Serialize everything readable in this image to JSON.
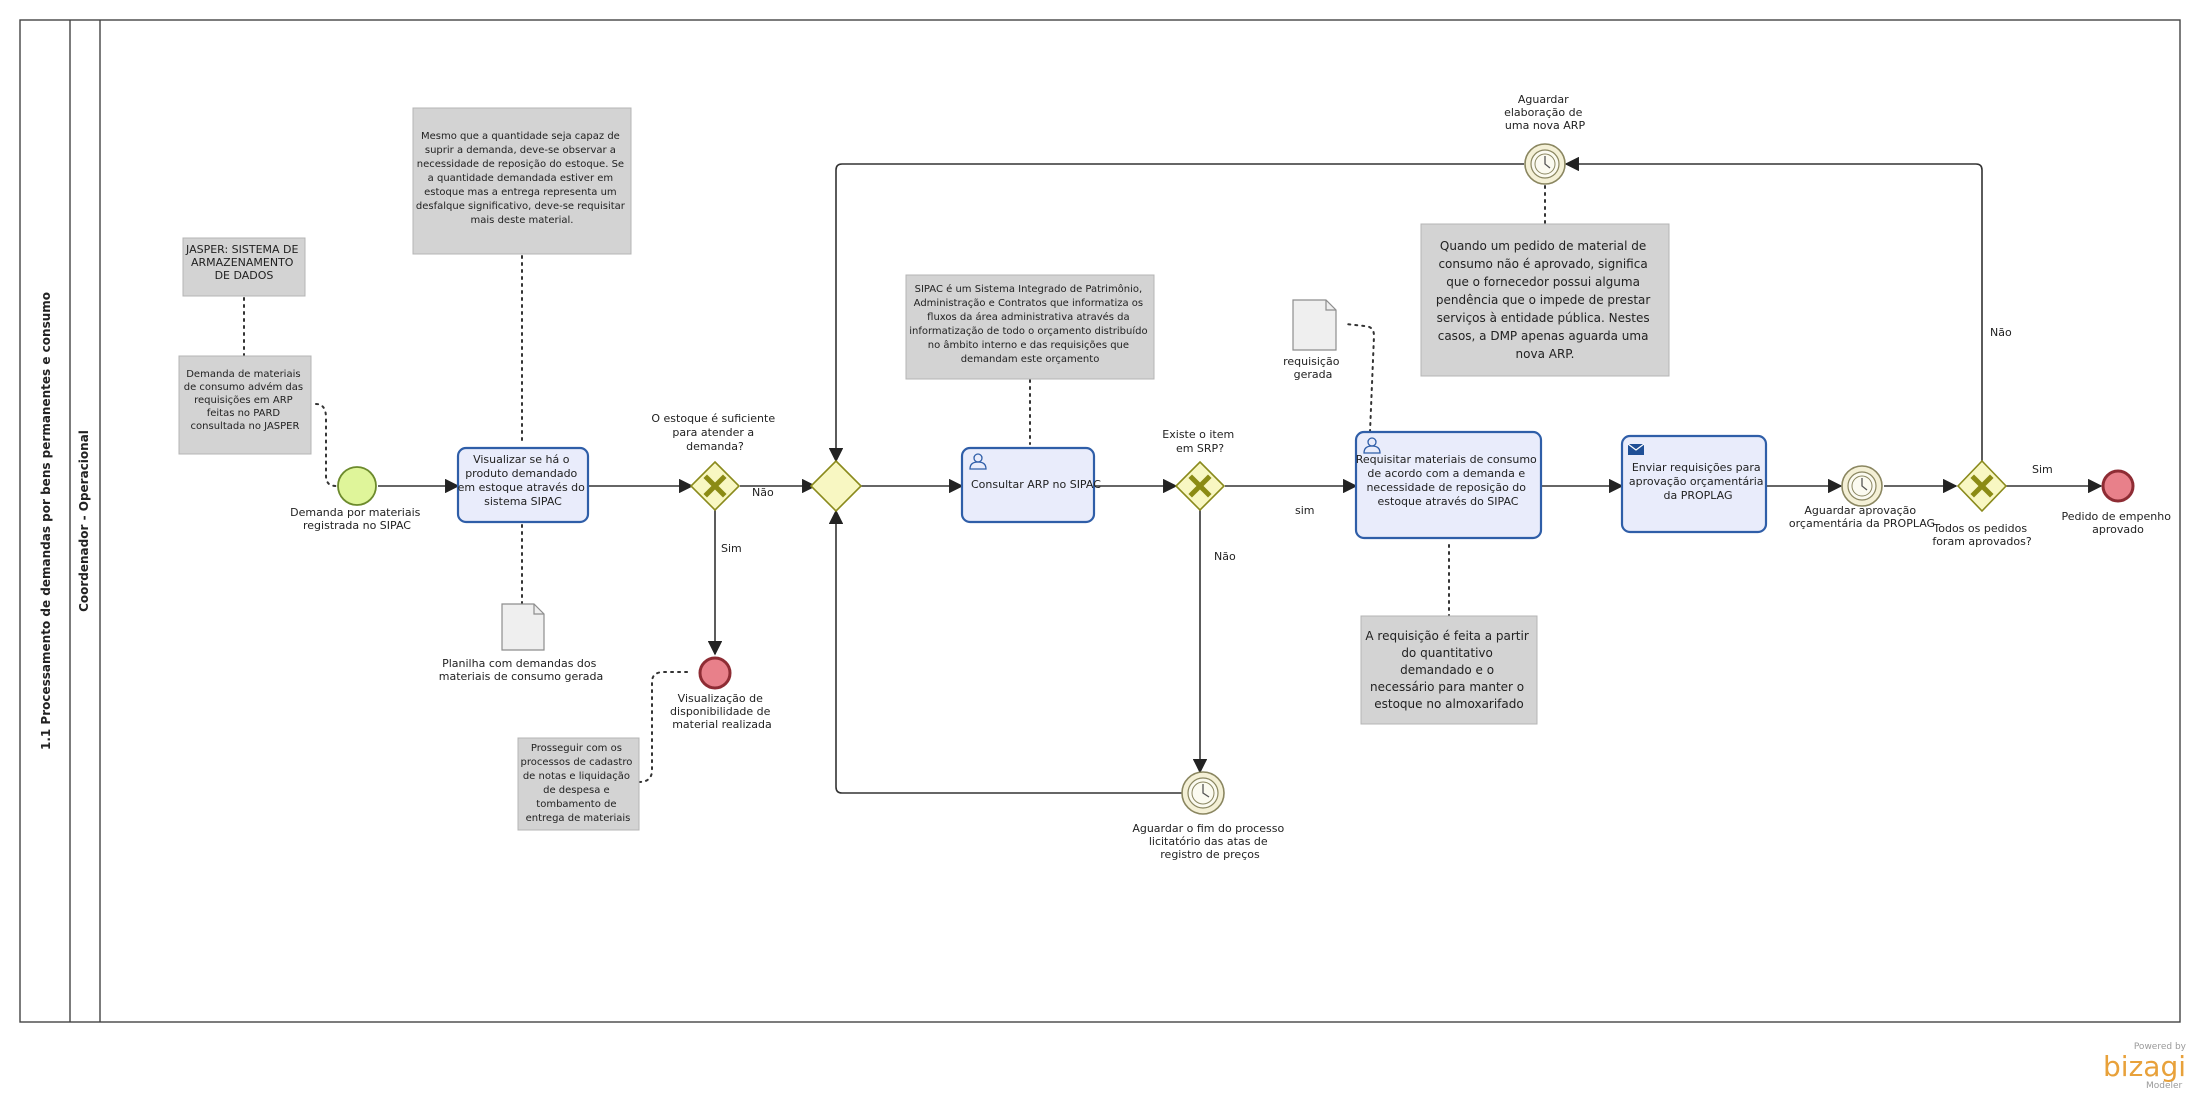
{
  "pool": {
    "title": "1.1 Processamento de demandas por bens permanentes e consumo",
    "lane": "Coordenador - Operacional"
  },
  "events": {
    "start": "Demanda por materiais registrada no SIPAC",
    "end_visualization": "Visualização de disponibilidade de material realizada",
    "end_approved": "Pedido de empenho aprovado",
    "timer_new_arp": "Aguardar elaboração de uma nova ARP",
    "timer_bidding": "Aguardar o fim do processo licitatório das atas de registro de preços",
    "timer_budget": "Aguardar aprovação orçamentária da PROPLAG"
  },
  "tasks": {
    "check_stock": "Visualizar se há o produto demandado em estoque através do sistema SIPAC",
    "consult_arp": "Consultar ARP no SIPAC",
    "request_materials": "Requisitar materiais de consumo de acordo com a demanda e necessidade de reposição do estoque através do SIPAC",
    "send_requests": "Enviar requisições para aprovação orçamentária da PROPLAG"
  },
  "gateways": {
    "stock_sufficient": "O estoque é suficiente para atender a demanda?",
    "item_in_srp": "Existe o item em SRP?",
    "all_approved": "Todos os pedidos foram aprovados?"
  },
  "flow_labels": {
    "nao": "Não",
    "sim": "Sim",
    "sim_lower": "sim"
  },
  "annotations": {
    "jasper_system": "JASPER: SISTEMA DE ARMAZENAMENTO DE DADOS",
    "demand_origin": "Demanda de materiais de consumo advém das requisições em ARP feitas no PARD consultada no JASPER",
    "stock_note": "Mesmo que a quantidade seja capaz de suprir a demanda, deve-se observar a necessidade de reposição do estoque. Se a quantidade demandada estiver em estoque mas a entrega representa um desfalque significativo, deve-se requisitar mais deste material.",
    "sipac_note": "SIPAC é um Sistema Integrado de Patrimônio, Administração e Contratos que informatiza os fluxos da área administrativa através da informatização de todo o orçamento distribuído no âmbito interno e das requisições que demandam este orçamento",
    "not_approved_note": "Quando um pedido de material de consumo não é aprovado, significa que o fornecedor possui alguma pendência que o impede de prestar serviços à entidade pública. Nestes casos, a DMP apenas aguarda uma nova ARP.",
    "requisition_note": "A requisição é feita a partir do quantitativo demandado e o necessário para manter o estoque no almoxarifado",
    "continue_note": "Prosseguir com os processos de cadastro de notas e liquidação de despesa e tombamento de entrega de materiais"
  },
  "documents": {
    "spreadsheet": "Planilha com demandas dos materiais de consumo gerada",
    "requisition": "requisição gerada"
  },
  "branding": {
    "powered_by": "Powered by",
    "brand": "bizagi",
    "product": "Modeler",
    "brand_color": "#e8a13a"
  },
  "colors": {
    "task_fill": "#e9ecfb",
    "task_stroke": "#2f5ea8",
    "gateway_fill": "#f8f7c2",
    "start_fill": "#dff59a",
    "end_fill": "#e8808a",
    "note_fill": "#d3d3d3"
  }
}
